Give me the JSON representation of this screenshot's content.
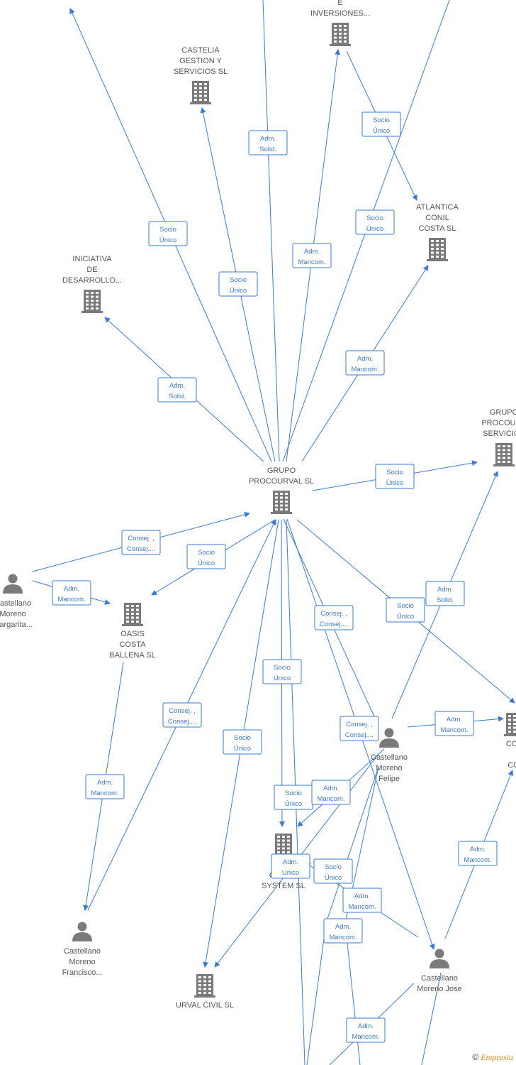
{
  "accent_color": "#3a7bd5",
  "icon_color": "#7a7a7a",
  "copyright_symbol": "©",
  "brand_initial": "E",
  "brand_rest": "mpresia",
  "nodes": [
    {
      "id": "grupo",
      "kind": "company",
      "icon": "building-icon",
      "lines": [
        "GRUPO",
        "PROCOURVAL SL"
      ]
    },
    {
      "id": "inversiones",
      "kind": "company",
      "icon": "building-icon",
      "lines": [
        "E",
        "INVERSIONES..."
      ]
    },
    {
      "id": "castelia",
      "kind": "company",
      "icon": "building-icon",
      "lines": [
        "CASTELIA",
        "GESTION Y",
        "SERVICIOS  SL"
      ]
    },
    {
      "id": "atlantica",
      "kind": "company",
      "icon": "building-icon",
      "lines": [
        "ATLANTICA",
        "CONIL",
        "COSTA  SL"
      ]
    },
    {
      "id": "iniciativa",
      "kind": "company",
      "icon": "building-icon",
      "lines": [
        "INICIATIVA",
        "DE",
        "DESARROLLO..."
      ]
    },
    {
      "id": "grupo2",
      "kind": "company",
      "icon": "building-icon",
      "lines": [
        "GRUPO",
        "PROCOURV",
        "SERVICIOS"
      ]
    },
    {
      "id": "oasis",
      "kind": "company",
      "icon": "building-icon",
      "lines": [
        "OASIS",
        "COSTA",
        "BALLENA SL"
      ]
    },
    {
      "id": "evo",
      "kind": "company",
      "icon": "building-icon",
      "lines": [
        "EVO",
        "OFFICE",
        "SYSTEM  SL"
      ]
    },
    {
      "id": "urval",
      "kind": "company",
      "icon": "building-icon",
      "lines": [
        "URVAL CIVIL SL"
      ]
    },
    {
      "id": "con",
      "kind": "company",
      "icon": "building-icon",
      "lines": [
        "CON",
        "",
        "COI"
      ]
    },
    {
      "id": "margarita",
      "kind": "person",
      "icon": "person-icon",
      "lines": [
        "Castellano",
        "Moreno",
        "Margarita..."
      ]
    },
    {
      "id": "felipe",
      "kind": "person",
      "icon": "person-icon",
      "lines": [
        "Castellano",
        "Moreno",
        "Felipe"
      ]
    },
    {
      "id": "francisco",
      "kind": "person",
      "icon": "person-icon",
      "lines": [
        "Castellano",
        "Moreno",
        "Francisco..."
      ]
    },
    {
      "id": "jose",
      "kind": "person",
      "icon": "person-icon",
      "lines": [
        "Castellano",
        "Moreno Jose"
      ]
    }
  ],
  "relations": [
    {
      "id": "r1",
      "lines": [
        "Adm.",
        "Solid."
      ]
    },
    {
      "id": "r2",
      "lines": [
        "Socio",
        "Único"
      ]
    },
    {
      "id": "r3",
      "lines": [
        "Socio",
        "Único"
      ]
    },
    {
      "id": "r4",
      "lines": [
        "Socio",
        "Único"
      ]
    },
    {
      "id": "r5",
      "lines": [
        "Adm.",
        "Mancom."
      ]
    },
    {
      "id": "r6",
      "lines": [
        "Socio",
        "Único"
      ]
    },
    {
      "id": "r7",
      "lines": [
        "Adm.",
        "Mancom."
      ]
    },
    {
      "id": "r8",
      "lines": [
        "Adm.",
        "Solid."
      ]
    },
    {
      "id": "r9",
      "lines": [
        "Socio",
        "Único"
      ]
    },
    {
      "id": "r10",
      "lines": [
        "Consej. ,",
        "Consej...."
      ]
    },
    {
      "id": "r11",
      "lines": [
        "Socio",
        "Único"
      ]
    },
    {
      "id": "r12",
      "lines": [
        "Adm.",
        "Mancom."
      ]
    },
    {
      "id": "r13",
      "lines": [
        "Consej. ,",
        "Consej...."
      ]
    },
    {
      "id": "r14",
      "lines": [
        "Socio",
        "Único"
      ]
    },
    {
      "id": "r15",
      "lines": [
        "Adm.",
        "Solid."
      ]
    },
    {
      "id": "r16",
      "lines": [
        "Socio",
        "Único"
      ]
    },
    {
      "id": "r17",
      "lines": [
        "Consej. ,",
        "Consej...."
      ]
    },
    {
      "id": "r18",
      "lines": [
        "Socio",
        "Único"
      ]
    },
    {
      "id": "r19",
      "lines": [
        "Consej. ,",
        "Consej...."
      ]
    },
    {
      "id": "r20",
      "lines": [
        "Adm.",
        "Mancom."
      ]
    },
    {
      "id": "r21",
      "lines": [
        "Adm.",
        "Mancom."
      ]
    },
    {
      "id": "r22",
      "lines": [
        "Socio",
        "Único"
      ]
    },
    {
      "id": "r23",
      "lines": [
        "Adm.",
        "Mancom."
      ]
    },
    {
      "id": "r24",
      "lines": [
        "Adm.",
        "Unico"
      ]
    },
    {
      "id": "r25",
      "lines": [
        "Socio",
        "Único"
      ]
    },
    {
      "id": "r26",
      "lines": [
        "Adm.",
        "Mancom."
      ]
    },
    {
      "id": "r27",
      "lines": [
        "Adm.",
        "Mancom."
      ]
    },
    {
      "id": "r28",
      "lines": [
        "Adm.",
        "Mancom."
      ]
    },
    {
      "id": "r29",
      "lines": [
        "Adm.",
        "Mancom."
      ]
    }
  ]
}
